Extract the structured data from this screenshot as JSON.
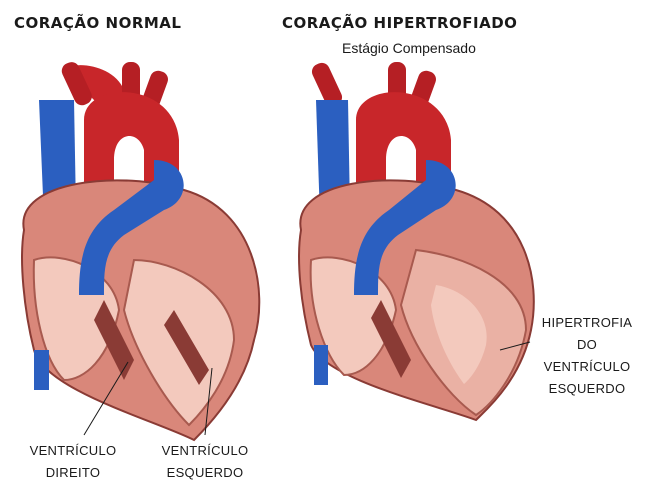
{
  "titles": {
    "normal": "CORAÇÃO NORMAL",
    "hypertrophied": "CORAÇÃO HIPERTROFIADO",
    "hypertrophied_subtitle": "Estágio Compensado"
  },
  "labels": {
    "right_ventricle": [
      "VENTRÍCULO",
      "DIREITO"
    ],
    "left_ventricle": [
      "VENTRÍCULO",
      "ESQUERDO"
    ],
    "hypertrophy": [
      "HIPERTROFIA",
      "DO",
      "VENTRÍCULO",
      "ESQUERDO"
    ]
  },
  "colors": {
    "aorta": "#c8262a",
    "vein": "#2b5fc0",
    "muscle": "#d9877a",
    "muscle_dark": "#8a3b35",
    "inner": "#f3c9bd"
  }
}
